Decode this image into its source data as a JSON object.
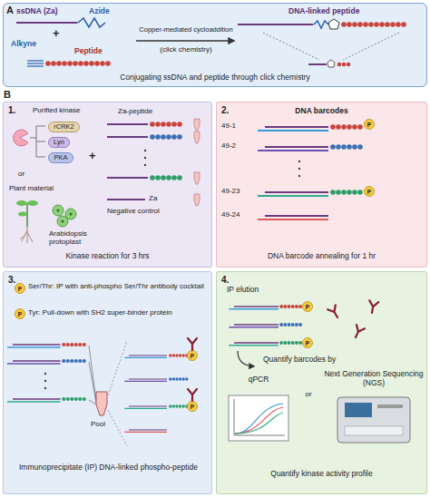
{
  "diagram": {
    "nodes": [
      {
        "text": [
          "A",
          "Conjugating ssDNA and peptide through click chemistry"
        ]
      },
      {
        "text": [
          "B"
        ]
      },
      {
        "text": [
          "1.",
          "Kinase reaction for 3 hrs"
        ],
        "in": 1
      },
      {
        "text": [
          "rCRK2"
        ],
        "in": 2
      },
      {
        "text": [
          "Lyn"
        ],
        "in": 2
      },
      {
        "text": [
          "PKA"
        ],
        "in": 2
      },
      {
        "text": [
          "2.",
          "DNA barcodes",
          "DNA barcode annealing for 1 hr"
        ],
        "in": 1
      },
      {
        "text": [
          "3.",
          "Immunoprecipitate (IP) DNA-linked phospho-peptide"
        ],
        "in": 1
      },
      {
        "text": [
          "4.",
          "Quantify kinase activity profile"
        ],
        "in": 1
      }
    ],
    "labels": [
      "ssDNA (Za)",
      "Azide",
      "+",
      "Alkyne",
      "Peptide",
      "Copper-mediated cycloaddition",
      "(click chemistry)",
      "DNA-linked peptide",
      "Purified kinase",
      "or",
      "Plant material",
      "Arabidopsis protoplast",
      "+",
      "Za-peptide",
      "Za",
      "Negative control",
      "49-1",
      "P",
      "49-2",
      "49-23",
      "P",
      "49-24",
      "P",
      "Ser/Thr: IP with anti-phospho Ser/Thr antibody cocktail",
      "P",
      "Tyr: Pull-down with SH2 super-binder protein",
      "Pool",
      "P",
      "P",
      "IP elution",
      "P",
      "P",
      "Quantify barcodes by",
      "qPCR",
      "or",
      "Next Generation Sequencing (NGS)"
    ]
  }
}
